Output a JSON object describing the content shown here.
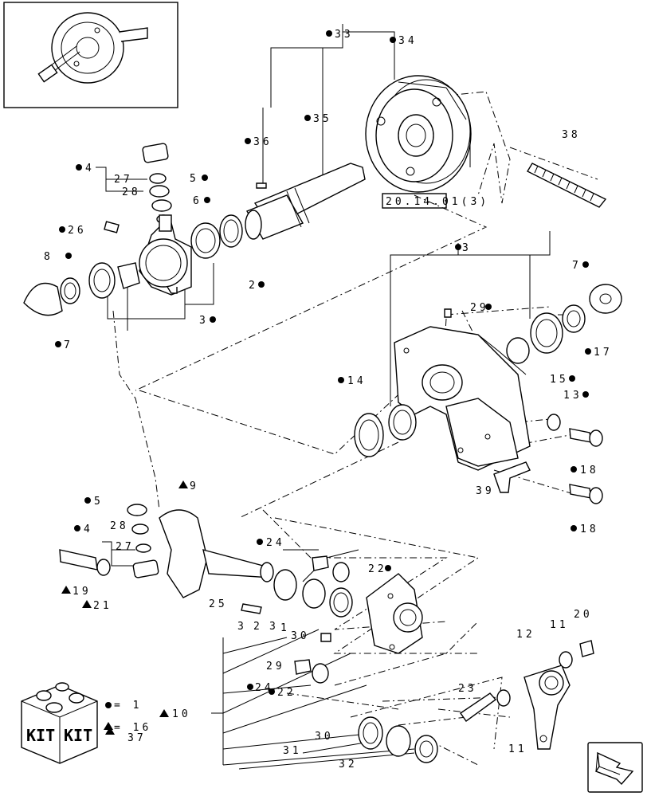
{
  "reference_box": "20.14.01(3)",
  "legend": {
    "kit_text_left": "KIT",
    "kit_text_right": "KIT",
    "dot_value": "= 1",
    "triangle_value": "= 16",
    "triangle_value_2": "37"
  },
  "labels": {
    "l33": "33",
    "l34": "34",
    "l35": "35",
    "l36": "36",
    "l38": "38",
    "l4a": "4",
    "l27a": "27",
    "l28a": "28",
    "l5a": "5",
    "l6": "6",
    "l26": "26",
    "l8": "8",
    "l7a": "7",
    "l2": "2",
    "l3a": "3",
    "l3b": "3",
    "l29a": "29",
    "l7b": "7",
    "l17": "17",
    "l14": "14",
    "l15": "15",
    "l13": "13",
    "l18a": "18",
    "l39": "39",
    "l18b": "18",
    "l9": "9",
    "l5b": "5",
    "l4b": "4",
    "l28b": "28",
    "l27b": "27",
    "l19": "19",
    "l21": "21",
    "l24a": "24",
    "l22a": "22",
    "l25": "25",
    "l32a": "3",
    "l32b": "2",
    "l31a": "3",
    "l31b": "1",
    "l30a": "30",
    "l29b": "29",
    "l24b": "24",
    "l22b": "22",
    "l10": "10",
    "l30b": "30",
    "l31c": "31",
    "l32c": "32",
    "l23": "23",
    "l12": "12",
    "l11a": "11",
    "l20": "20",
    "l11b": "11"
  }
}
